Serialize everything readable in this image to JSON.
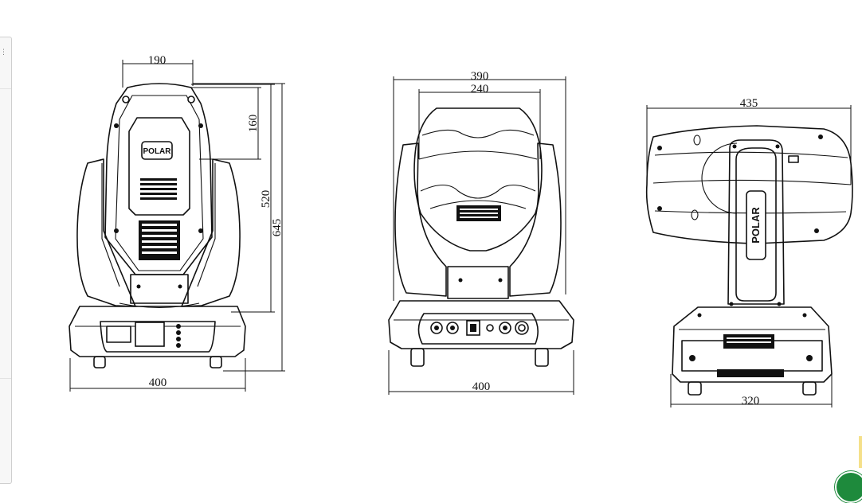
{
  "brand_logo": "POLAR",
  "views": [
    {
      "name": "front-view",
      "dimensions": {
        "head_width": "190",
        "head_top": "160",
        "body_height": "520",
        "total_height": "645",
        "base_width": "400"
      }
    },
    {
      "name": "back-view",
      "dimensions": {
        "outer_width": "390",
        "inner_width": "240",
        "base_width": "400"
      }
    },
    {
      "name": "side-view",
      "dimensions": {
        "head_length": "435",
        "base_width": "320"
      }
    }
  ],
  "colors": {
    "line": "#111111",
    "background": "#ffffff",
    "badge": "#1e8a3c"
  },
  "icons": [
    "side-panel-dots-icon",
    "corner-badge-icon"
  ]
}
